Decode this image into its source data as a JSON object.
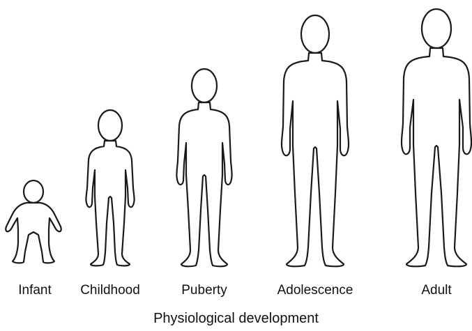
{
  "stages": [
    {
      "label": "Infant"
    },
    {
      "label": "Childhood"
    },
    {
      "label": "Puberty"
    },
    {
      "label": "Adolescence"
    },
    {
      "label": "Adult"
    }
  ],
  "caption": "Physiological development",
  "colors": {
    "outline": "#1a1a1a",
    "fill": "#ffffff",
    "text": "#111111"
  }
}
